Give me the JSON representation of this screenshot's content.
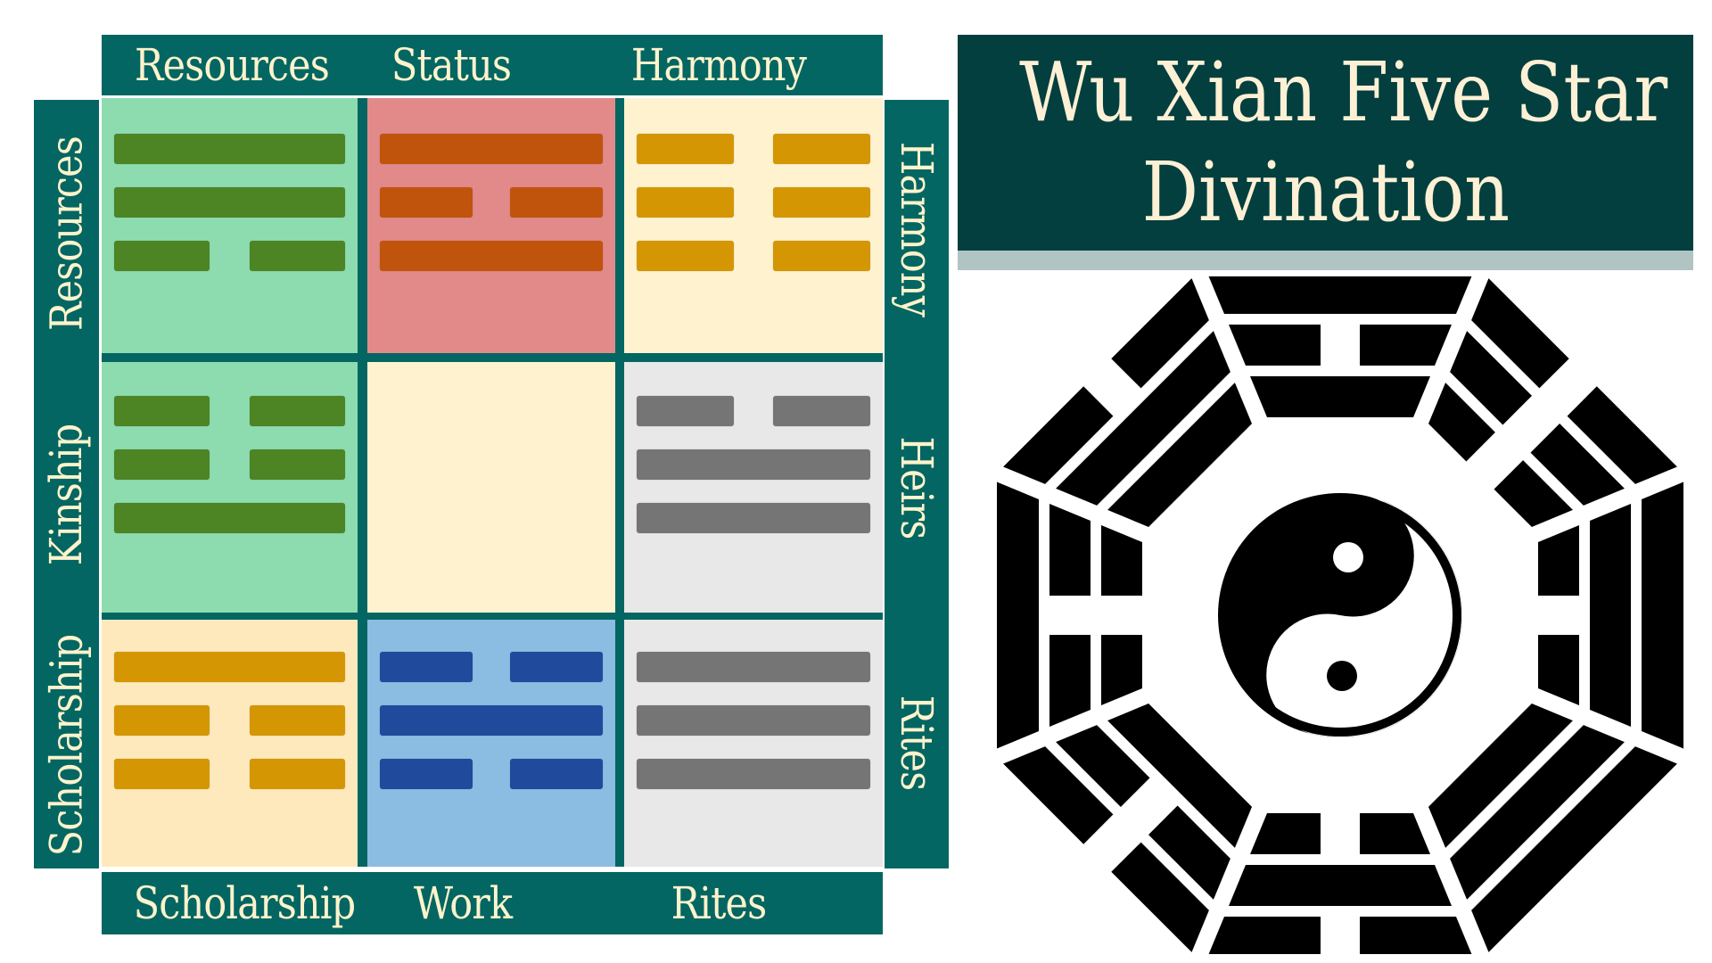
{
  "title": {
    "line1": "Wu Xian Five Star",
    "line2": "Divination"
  },
  "top_labels": [
    "Resources",
    "Status",
    "Harmony"
  ],
  "bottom_labels": [
    "Scholarship",
    "Work",
    "Rites"
  ],
  "left_labels": [
    "Resources",
    "Kinship",
    "Scholarship"
  ],
  "right_labels": [
    "Harmony",
    "Heirs",
    "Rites"
  ],
  "colors": {
    "bar": "#036662",
    "label_text": "#fdf3cc",
    "title_bg": "#033f3f",
    "title_shadow": "#b0c4c3"
  },
  "grid": [
    {
      "name": "resources-cell",
      "bg": "#8ddcb0",
      "line_color": "#4d8424",
      "lines": [
        "solid",
        "solid",
        "broken"
      ]
    },
    {
      "name": "status-cell",
      "bg": "#e28a8a",
      "line_color": "#c0540c",
      "lines": [
        "solid",
        "broken",
        "solid"
      ]
    },
    {
      "name": "harmony-cell",
      "bg": "#fef2cf",
      "line_color": "#d49602",
      "lines": [
        "broken",
        "broken",
        "broken"
      ]
    },
    {
      "name": "kinship-cell",
      "bg": "#8ddcb0",
      "line_color": "#4d8424",
      "lines": [
        "broken",
        "broken",
        "solid"
      ]
    },
    {
      "name": "center-cell",
      "bg": "#fef2cf",
      "line_color": "#000000",
      "lines": []
    },
    {
      "name": "heirs-cell",
      "bg": "#e8e8e8",
      "line_color": "#757575",
      "lines": [
        "broken",
        "solid",
        "solid"
      ]
    },
    {
      "name": "scholarship-cell",
      "bg": "#fde9bb",
      "line_color": "#d49602",
      "lines": [
        "solid",
        "broken",
        "broken"
      ]
    },
    {
      "name": "work-cell",
      "bg": "#8bbce2",
      "line_color": "#204a9c",
      "lines": [
        "broken",
        "solid",
        "broken"
      ]
    },
    {
      "name": "rites-cell",
      "bg": "#e8e8e8",
      "line_color": "#757575",
      "lines": [
        "solid",
        "solid",
        "solid"
      ]
    }
  ],
  "bagua": {
    "icon": "bagua-yin-yang-icon",
    "trigrams_outer_to_inner": [
      {
        "side": "top",
        "lines": [
          "solid",
          "broken",
          "solid"
        ]
      },
      {
        "side": "top-right",
        "lines": [
          "broken",
          "broken",
          "broken"
        ]
      },
      {
        "side": "right",
        "lines": [
          "solid",
          "solid",
          "broken"
        ]
      },
      {
        "side": "bottom-right",
        "lines": [
          "solid",
          "solid",
          "solid"
        ]
      },
      {
        "side": "bottom",
        "lines": [
          "broken",
          "solid",
          "broken"
        ]
      },
      {
        "side": "bottom-left",
        "lines": [
          "broken",
          "broken",
          "solid"
        ]
      },
      {
        "side": "left",
        "lines": [
          "solid",
          "broken",
          "broken"
        ]
      },
      {
        "side": "top-left",
        "lines": [
          "broken",
          "solid",
          "solid"
        ]
      }
    ]
  }
}
